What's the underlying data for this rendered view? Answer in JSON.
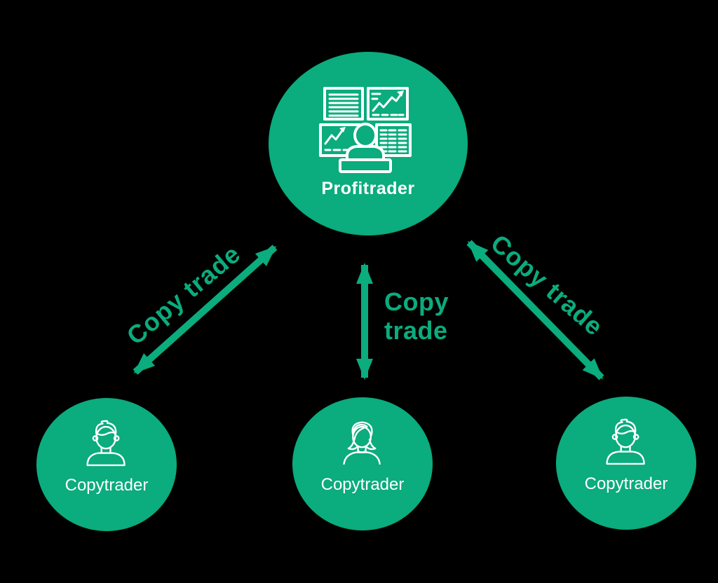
{
  "colors": {
    "background": "#000000",
    "node_green": "#0bac7d",
    "arrow_green": "#0bac7d",
    "text_white": "#ffffff"
  },
  "nodes": {
    "profitrader": {
      "label": "Profitrader",
      "icon": "trader-workstation-icon"
    },
    "copytraders": [
      {
        "label": "Copytrader",
        "icon": "male-user-icon",
        "position": "bottom-left"
      },
      {
        "label": "Copytrader",
        "icon": "female-user-icon",
        "position": "bottom-middle"
      },
      {
        "label": "Copytrader",
        "icon": "male-user-icon",
        "position": "bottom-right"
      }
    ]
  },
  "edges": [
    {
      "label": "Copy trade",
      "from": "Profitrader",
      "to": "Copytrader bottom-left",
      "direction": "bidirectional"
    },
    {
      "label": "Copy trade",
      "from": "Profitrader",
      "to": "Copytrader bottom-middle",
      "direction": "bidirectional"
    },
    {
      "label": "Copy trade",
      "from": "Profitrader",
      "to": "Copytrader bottom-right",
      "direction": "bidirectional"
    }
  ]
}
